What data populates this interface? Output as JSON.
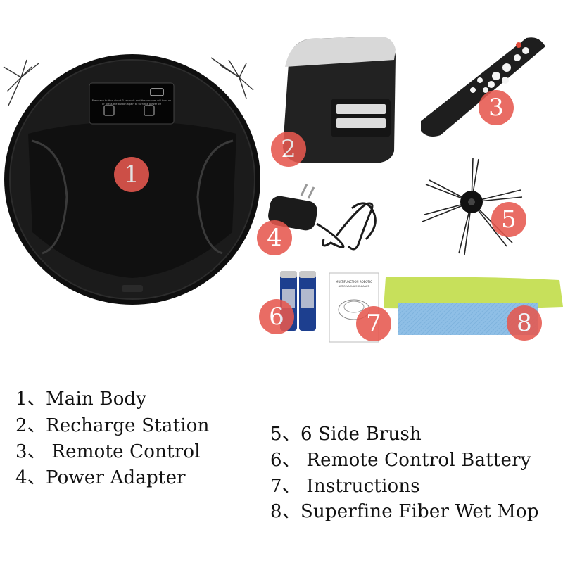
{
  "badges": [
    "1",
    "2",
    "3",
    "4",
    "5",
    "6",
    "7",
    "8"
  ],
  "legend_left": [
    "1、Main Body",
    "2、Recharge Station",
    " 3、 Remote Control",
    " 4、Power Adapter"
  ],
  "legend_right": [
    "5、6 Side Brush",
    " 6、 Remote Control Battery",
    " 7、 Instructions",
    " 8、Superfine Fiber Wet Mop"
  ],
  "printed_text": {
    "robot_panel_line1": "Press any button about 3 seconds and the vacuum will turn on",
    "robot_panel_line2": "or press the button again to turn the power off",
    "manual_title_line1": "MULTIFUNCTION ROBOTIC",
    "manual_title_line2": "AUTO VACUUM CLEANER"
  },
  "colors": {
    "badge": "#e6584f",
    "robot_body": "#111111",
    "mop_green": "#c7e05b",
    "mop_blue": "#8fbfe6",
    "battery_blue": "#1d3f8f"
  }
}
